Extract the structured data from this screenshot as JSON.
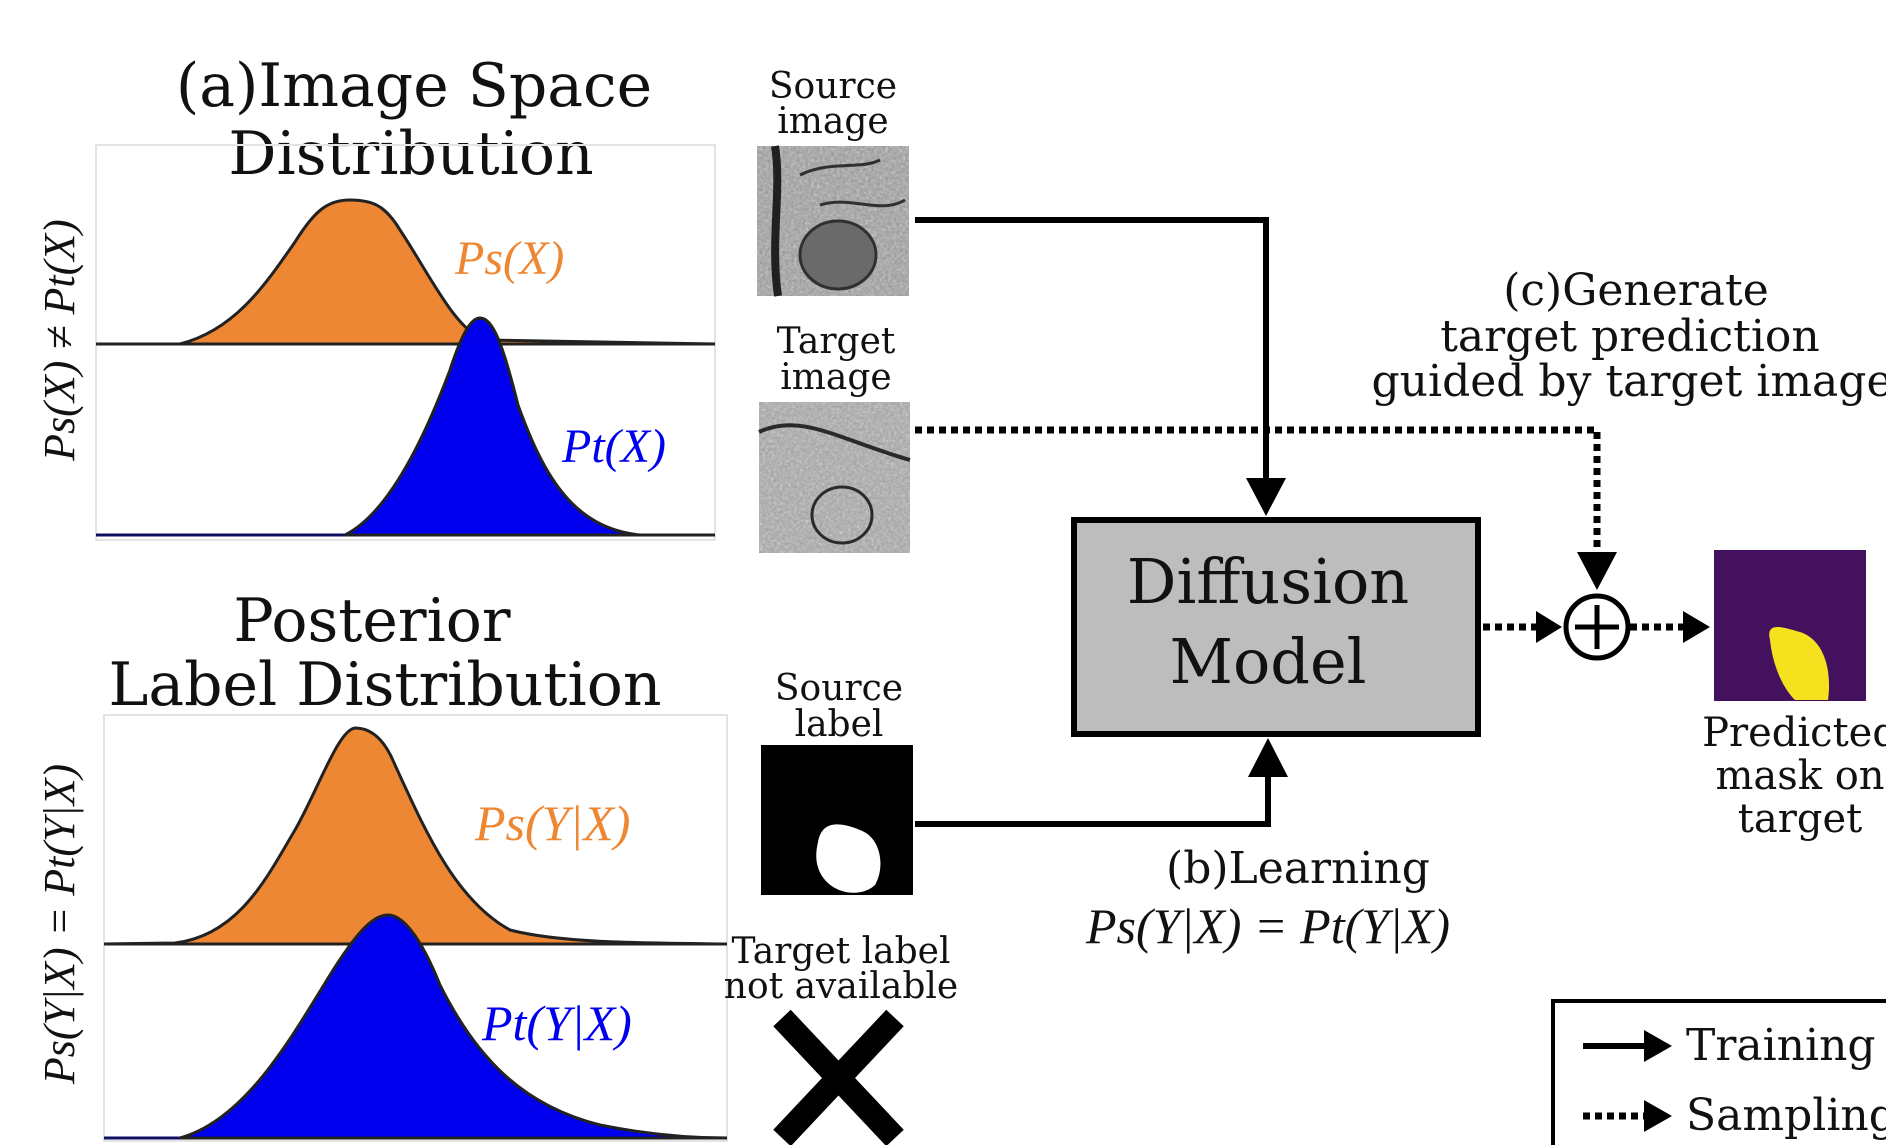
{
  "colors": {
    "source": "#ee8733",
    "target": "#0000ee",
    "box_fill": "#bdbdbd",
    "mask_bg": "#44115e",
    "mask_blob": "#f5e11e"
  },
  "panel_a": {
    "title_line1": "(a)Image Space",
    "title_line2": "Distribution",
    "y_label": "Ps(X) ≠ Pt(X)",
    "source_curve_label": "Ps(X)",
    "target_curve_label": "Pt(X)"
  },
  "panel_posterior": {
    "title_line1": "Posterior",
    "title_line2": "Label Distribution",
    "y_label": "Ps(Y|X) = Pt(Y|X)",
    "source_curve_label": "Ps(Y|X)",
    "target_curve_label": "Pt(Y|X)"
  },
  "source_image": {
    "label_line1": "Source",
    "label_line2": "image"
  },
  "target_image": {
    "label_line1": "Target",
    "label_line2": "image"
  },
  "source_label": {
    "label_line1": "Source",
    "label_line2": "label"
  },
  "target_label": {
    "label_line1": "Target label",
    "label_line2": "not available"
  },
  "diffusion_model": {
    "line1": "Diffusion",
    "line2": "Model"
  },
  "panel_b": {
    "title": "(b)Learning",
    "equation": "Ps(Y|X) = Pt(Y|X)"
  },
  "panel_c": {
    "line1": "(c)Generate",
    "line2": "target prediction",
    "line3": "guided by target image"
  },
  "prediction": {
    "line1": "Predicted",
    "line2": "mask on",
    "line3": "target"
  },
  "legend": {
    "training": "Training",
    "sampling": "Sampling"
  }
}
